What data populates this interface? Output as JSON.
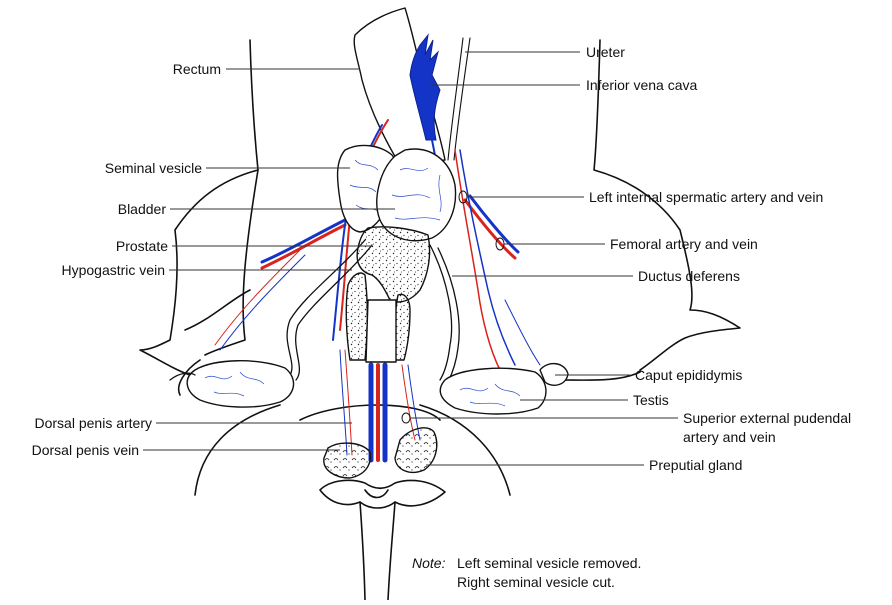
{
  "labels": {
    "rectum": "Rectum",
    "seminal_vesicle": "Seminal vesicle",
    "bladder": "Bladder",
    "prostate": "Prostate",
    "hypogastric_vein": "Hypogastric vein",
    "dorsal_penis_artery": "Dorsal penis artery",
    "dorsal_penis_vein": "Dorsal penis vein",
    "ureter": "Ureter",
    "inferior_vena_cava": "Inferior vena cava",
    "left_internal_spermatic": "Left internal spermatic artery and vein",
    "femoral_artery_vein": "Femoral artery and vein",
    "ductus_deferens": "Ductus deferens",
    "caput_epididymis": "Caput epididymis",
    "testis": "Testis",
    "superior_external_pudendal_line1": "Superior external pudendal",
    "superior_external_pudendal_line2": "artery and vein",
    "preputial_gland": "Preputial gland"
  },
  "note": {
    "label": "Note:",
    "line1": "Left seminal vesicle removed.",
    "line2": "Right seminal vesicle cut."
  },
  "colors": {
    "artery": "#d9231d",
    "vein": "#1434c8",
    "outline": "#111111"
  }
}
